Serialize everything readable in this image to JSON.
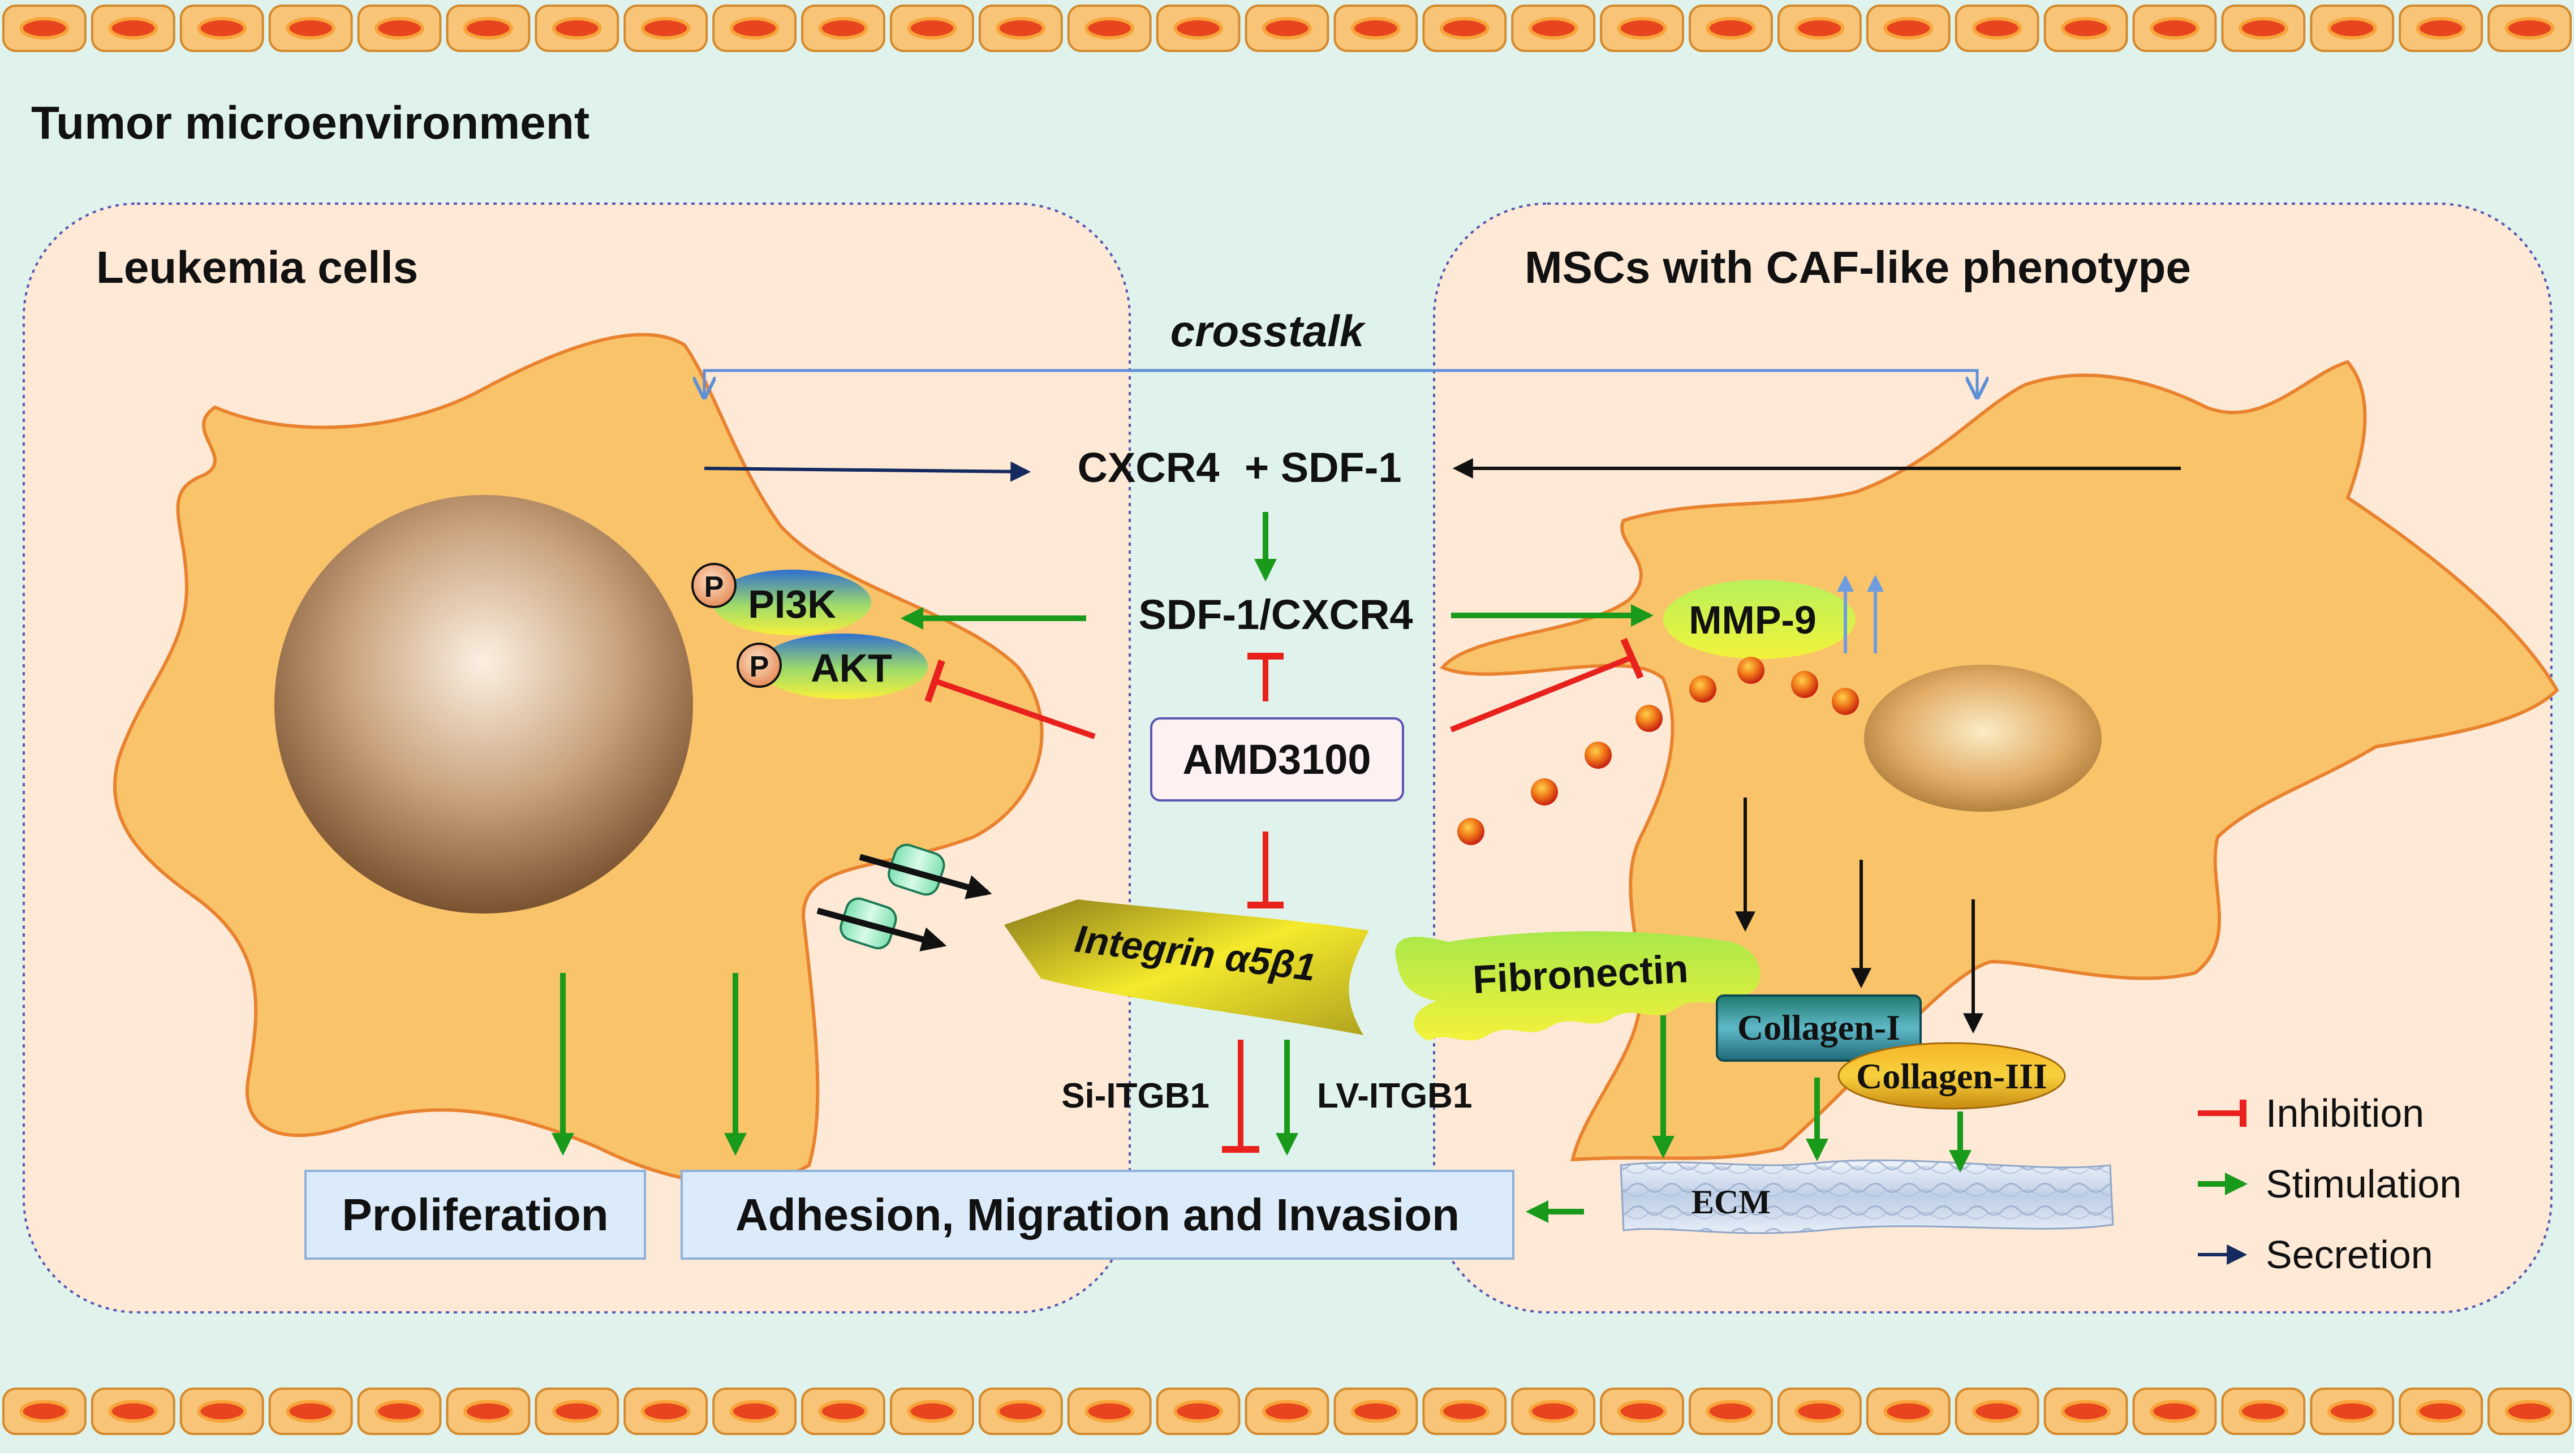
{
  "labels": {
    "environment": "Tumor microenvironment",
    "leukemia_cells": "Leukemia cells",
    "mscs": "MSCs with CAF-like phenotype",
    "crosstalk": "crosstalk",
    "cxcr4": "CXCR4",
    "sdf1": "+ SDF-1",
    "complex": "SDF-1/CXCR4",
    "pi3k": "PI3K",
    "akt": "AKT",
    "phospho": "P",
    "amd3100": "AMD3100",
    "integrin": "Integrin α5β1",
    "mmp9": "MMP-9",
    "fibronectin": "Fibronectin",
    "collagen1": "Collagen-I",
    "collagen3": "Collagen-III",
    "ecm": "ECM",
    "si_itgb1": "Si-ITGB1",
    "lv_itgb1": "LV-ITGB1",
    "proliferation": "Proliferation",
    "adhesion": "Adhesion, Migration and Invasion"
  },
  "legend": [
    {
      "label": "Inhibition",
      "kind": "inhibition",
      "color": "#e8211d"
    },
    {
      "label": "Stimulation",
      "kind": "stimulation",
      "color": "#1a9a1a"
    },
    {
      "label": "Secretion",
      "kind": "secretion",
      "color": "#152a5e"
    }
  ],
  "colors": {
    "background": "#dff3ec",
    "panel": "#fde9d6",
    "cell": "#f9c36a",
    "cell_edge": "#e9822e",
    "stimulation": "#1a9a1a",
    "inhibition": "#e8211d",
    "secretion": "#152a5e",
    "crosstalk": "#5f8fd6"
  }
}
